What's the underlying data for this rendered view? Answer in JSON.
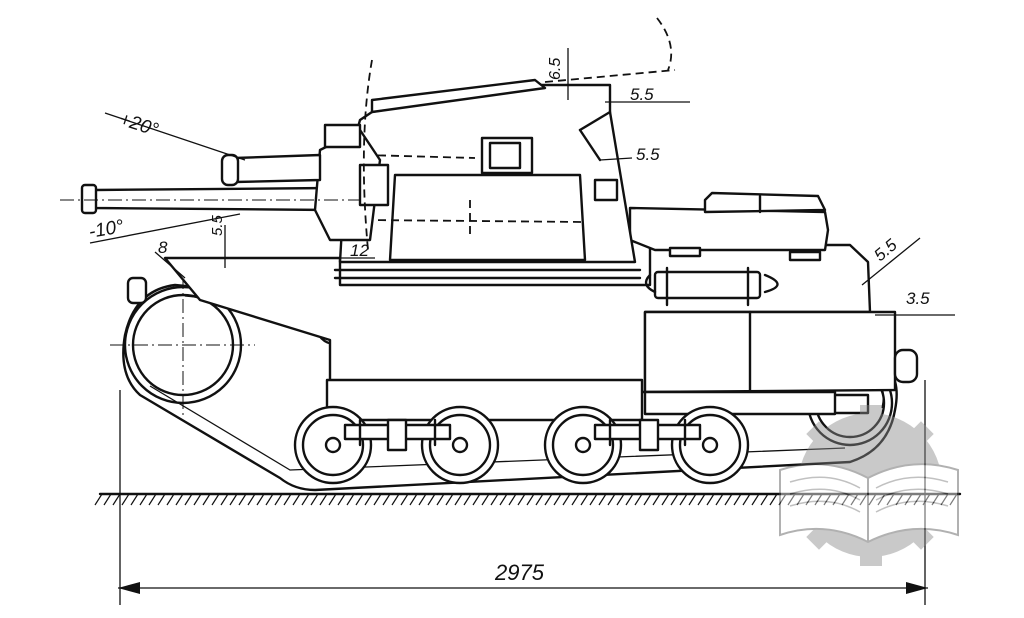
{
  "dimensions": {
    "elevation_up": "+20°",
    "elevation_down": "-10°",
    "armor_turret_top": "6.5",
    "armor_turret_rear_top": "5.5",
    "armor_turret_side": "5.5",
    "armor_glacis": "5.5",
    "armor_hull_front": "8",
    "armor_mantlet": "12",
    "armor_rear_deck": "5.5",
    "armor_rear_plate": "3.5",
    "overall_length": "2975"
  },
  "watermark": {
    "icon": "book-gear-logo-icon"
  }
}
